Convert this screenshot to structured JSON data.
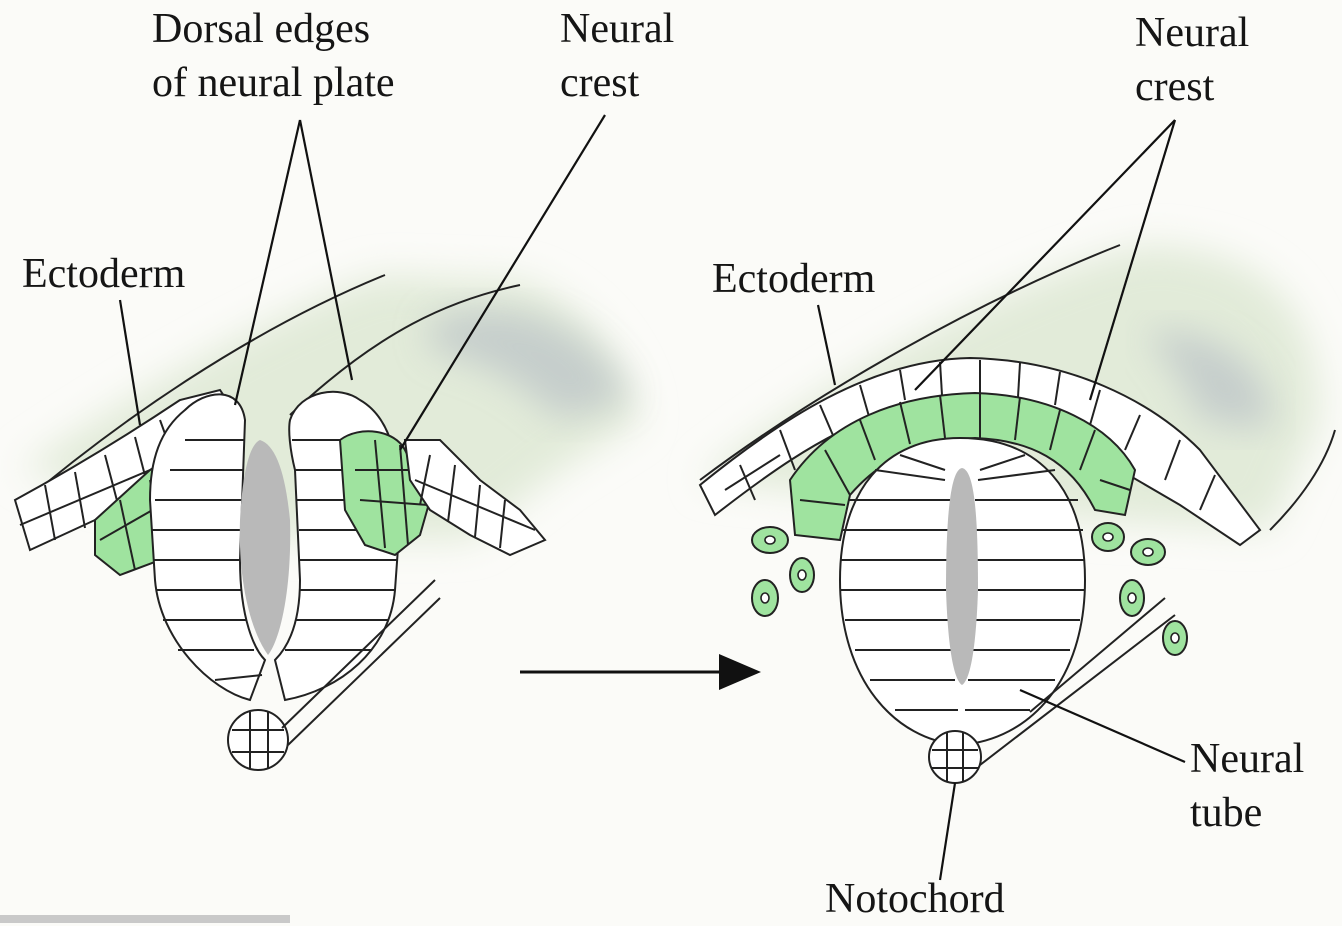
{
  "labels": {
    "dorsal_edges": [
      "Dorsal edges",
      "of neural plate"
    ],
    "neural_crest_left": [
      "Neural",
      "crest"
    ],
    "neural_crest_right": [
      "Neural",
      "crest"
    ],
    "ectoderm_left": "Ectoderm",
    "ectoderm_right": "Ectoderm",
    "neural_tube": [
      "Neural",
      "tube"
    ],
    "notochord": "Notochord"
  },
  "colors": {
    "neural_crest_cells": "#9fe39f",
    "lumen": "#b9b9b9",
    "background_tissue": "#dfe9d6"
  }
}
